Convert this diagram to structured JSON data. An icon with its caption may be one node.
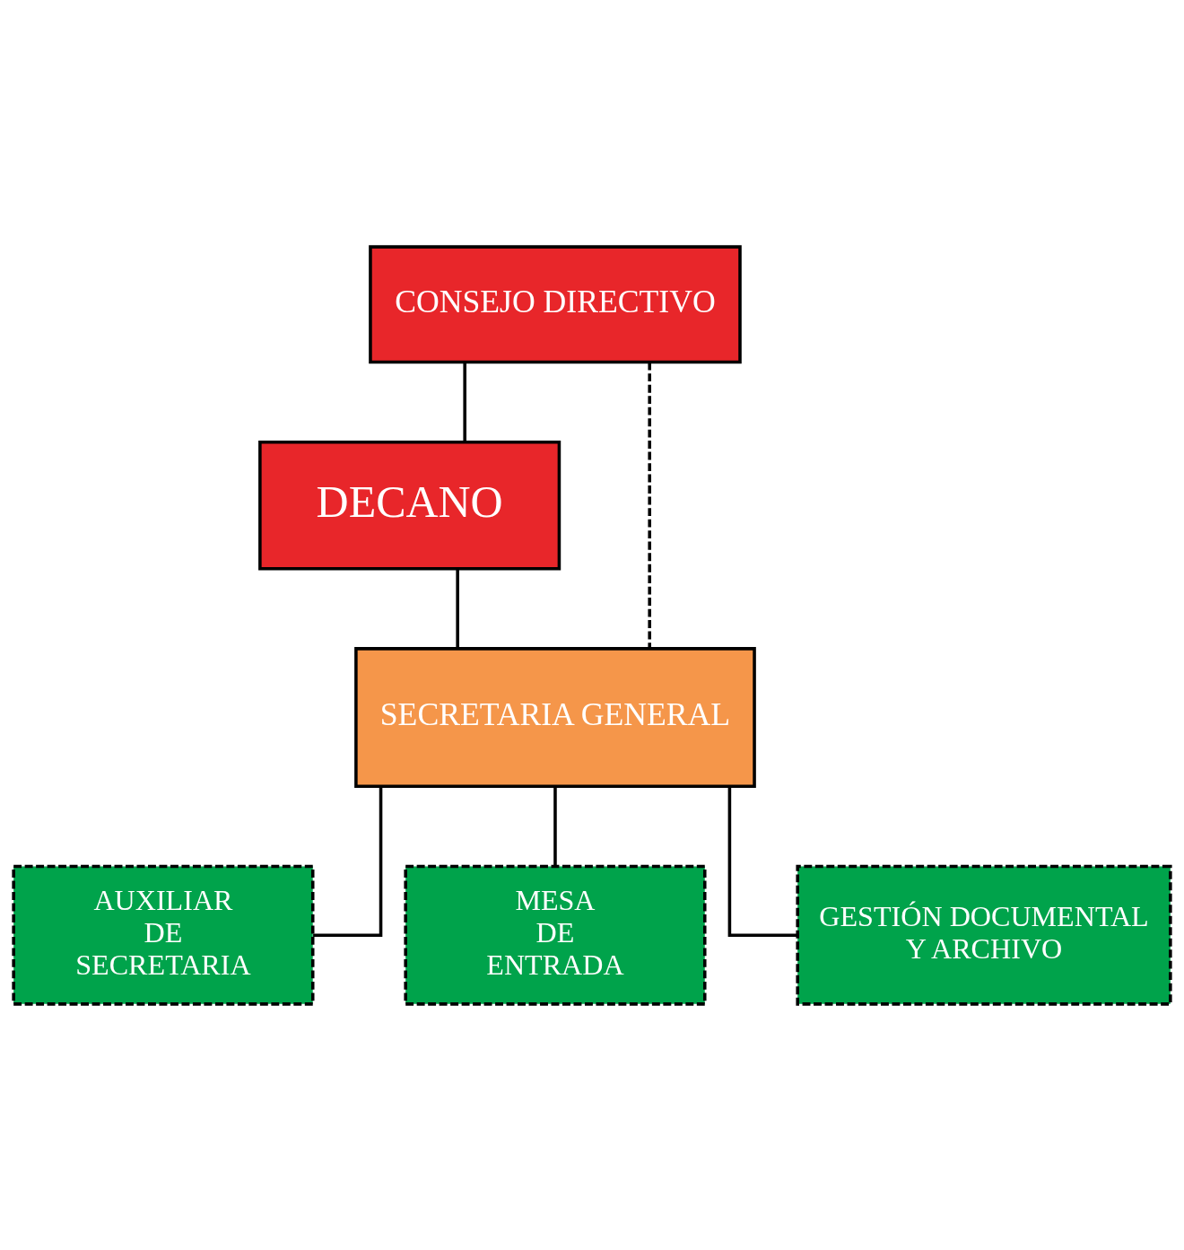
{
  "diagram": {
    "nodes": [
      {
        "text": [
          "CONSEJO DIRECTIVO"
        ]
      },
      {
        "text": [
          "DECANO"
        ]
      },
      {
        "text": [
          "SECRETARIA GENERAL"
        ]
      },
      {
        "text": [
          "AUXILIAR DE SECRETARIA"
        ]
      },
      {
        "text": [
          "MESA DE ENTRADA"
        ]
      },
      {
        "text": [
          "GESTIÓN DOCUMENTAL Y ARCHIVO"
        ]
      }
    ],
    "edges": [
      {
        "from": 0,
        "to": 1,
        "arrow": "none"
      },
      {
        "from": 1,
        "to": 2,
        "arrow": "none"
      },
      {
        "from": 0,
        "to": 2,
        "arrow": "none",
        "style": "dashed"
      },
      {
        "from": 2,
        "to": 3,
        "arrow": "none"
      },
      {
        "from": 2,
        "to": 4,
        "arrow": "none"
      },
      {
        "from": 2,
        "to": 5,
        "arrow": "none"
      }
    ]
  }
}
